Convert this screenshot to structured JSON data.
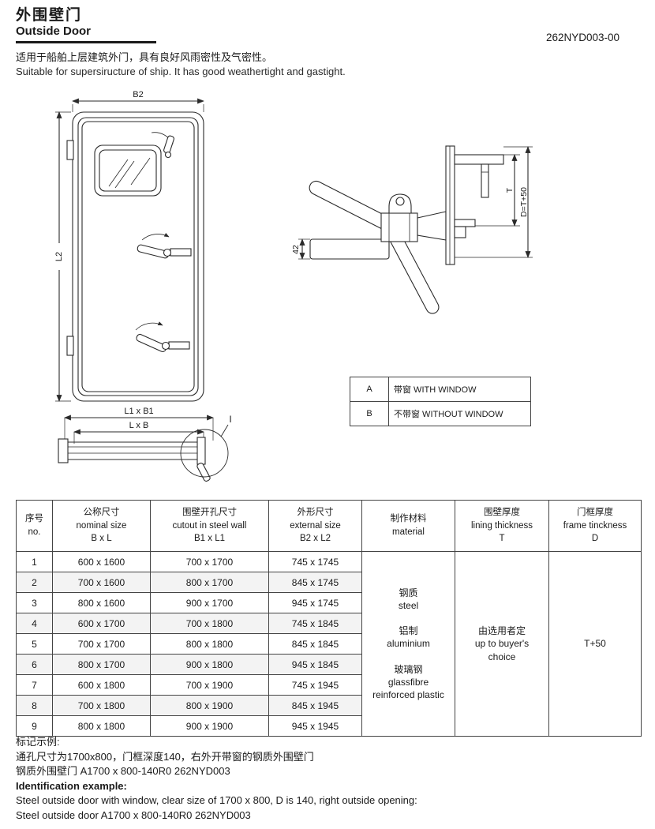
{
  "page": {
    "title_zh": "外围壁门",
    "title_en": "Outside Door",
    "doc_number": "262NYD003-00",
    "desc_zh": "适用于船舶上层建筑外门，具有良好风雨密性及气密性。",
    "desc_en": "Suitable for supersiructure of ship. It has good weathertight and gastight."
  },
  "drawing": {
    "door_front": {
      "dim_width": "B2",
      "dim_height": "L2"
    },
    "plan": {
      "dim_outer": "L1 x B1",
      "dim_inner": "L x B",
      "detail_label": "I"
    },
    "closure": {
      "dim_shaft": "42",
      "dim_t": "T",
      "dim_d": "D=T+50"
    }
  },
  "variant_table": {
    "rows": [
      {
        "key": "A",
        "label": "带窗 WITH WINDOW"
      },
      {
        "key": "B",
        "label": "不带窗 WITHOUT WINDOW"
      }
    ]
  },
  "main_table": {
    "headers": {
      "no": "序号\nno.",
      "nominal": "公称尺寸\nnominal size\nB x L",
      "cutout": "围壁开孔尺寸\ncutout in steel wall\nB1 x L1",
      "external": "外形尺寸\nexternal size\nB2 x L2",
      "material": "制作材料\nmaterial",
      "lining": "围壁厚度\nlining thickness\nT",
      "frame": "门框厚度\nframe tinckness\nD"
    },
    "rows": [
      {
        "no": "1",
        "nominal": "600 x 1600",
        "cutout": "700 x 1700",
        "external": "745 x 1745"
      },
      {
        "no": "2",
        "nominal": "700 x 1600",
        "cutout": "800 x 1700",
        "external": "845 x 1745"
      },
      {
        "no": "3",
        "nominal": "800 x 1600",
        "cutout": "900 x 1700",
        "external": "945 x 1745"
      },
      {
        "no": "4",
        "nominal": "600 x 1700",
        "cutout": "700 x 1800",
        "external": "745 x 1845"
      },
      {
        "no": "5",
        "nominal": "700 x 1700",
        "cutout": "800 x 1800",
        "external": "845 x 1845"
      },
      {
        "no": "6",
        "nominal": "800 x 1700",
        "cutout": "900 x 1800",
        "external": "945 x 1845"
      },
      {
        "no": "7",
        "nominal": "600 x 1800",
        "cutout": "700 x 1900",
        "external": "745 x 1945"
      },
      {
        "no": "8",
        "nominal": "700 x 1800",
        "cutout": "800 x 1900",
        "external": "845 x 1945"
      },
      {
        "no": "9",
        "nominal": "800 x 1800",
        "cutout": "900 x 1900",
        "external": "945 x 1945"
      }
    ],
    "material_cell": "钢质\nsteel\n\n铝制\naluminium\n\n玻璃钢\nglassfibre\nreinforced plastic",
    "lining_cell": "由选用者定\nup to buyer's\nchoice",
    "frame_cell": "T+50"
  },
  "footer": {
    "mark_title_zh": "标记示例:",
    "mark_line1_zh": "通孔尺寸为1700x800，门框深度140，右外开带窗的钢质外围壁门",
    "mark_line2_zh": "钢质外围壁门 A1700 x 800-140R0 262NYD003",
    "mark_title_en": "Identification example:",
    "mark_line1_en": "Steel outside door with window, clear size of 1700 x 800, D is 140, right outside opening:",
    "mark_line2_en": "Steel outside door A1700 x 800-140R0 262NYD003"
  }
}
